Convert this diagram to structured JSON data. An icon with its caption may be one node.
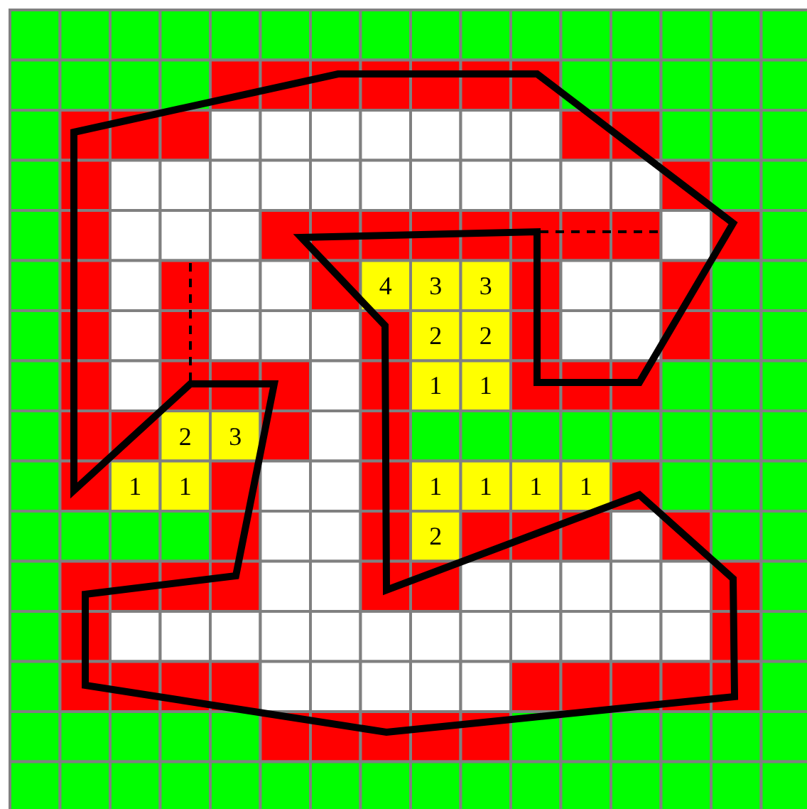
{
  "diagram": {
    "labels": [
      "4",
      "3",
      "3",
      "2",
      "2",
      "1",
      "1",
      "2",
      "3",
      "1",
      "1",
      "1",
      "1",
      "1",
      "1",
      "2"
    ]
  }
}
